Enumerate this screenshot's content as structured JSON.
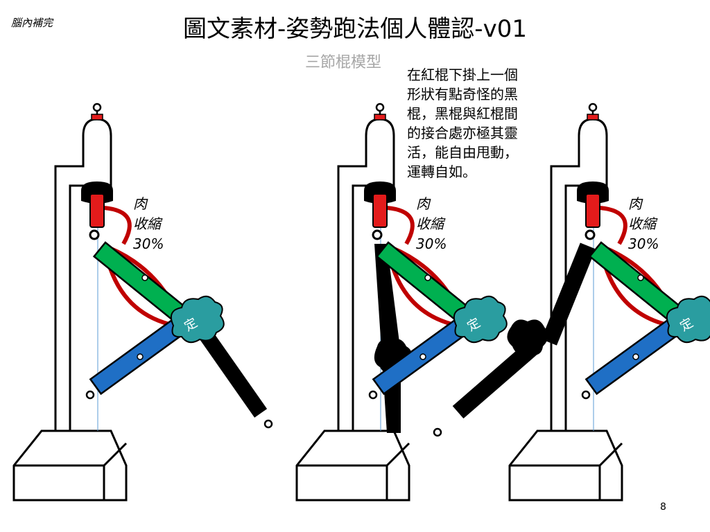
{
  "header": {
    "corner_note": "腦內補完",
    "title": "圖文素材-姿勢跑法個人體認-v01",
    "subtitle": "三節棍模型"
  },
  "description": {
    "lines": [
      "在紅棍下掛上一個",
      "形狀有點奇怪的黑",
      "棍，黑棍與紅棍間",
      "的接合處亦極其靈",
      "活，能自由甩動，",
      "運轉自如。"
    ]
  },
  "models": [
    {
      "id": "left",
      "muscle_label": {
        "line1": "肉",
        "line2": "收縮",
        "line3": "30%"
      },
      "fixed_mark": "定"
    },
    {
      "id": "center",
      "muscle_label": {
        "line1": "肉",
        "line2": "收縮",
        "line3": "30%"
      },
      "fixed_mark": "定"
    },
    {
      "id": "right",
      "muscle_label": {
        "line1": "肉",
        "line2": "收縮",
        "line3": "30%"
      },
      "fixed_mark": "定"
    }
  ],
  "colors": {
    "upper_rod": "#e31b1b",
    "green_rod": "#00b050",
    "blue_rod": "#1f6fc5",
    "black_rod": "#000000",
    "muscle": "#c00000",
    "fixed_cloud": "#2a9da0",
    "thin_line": "#5b9bd5"
  },
  "footer": {
    "page_number": "8"
  }
}
